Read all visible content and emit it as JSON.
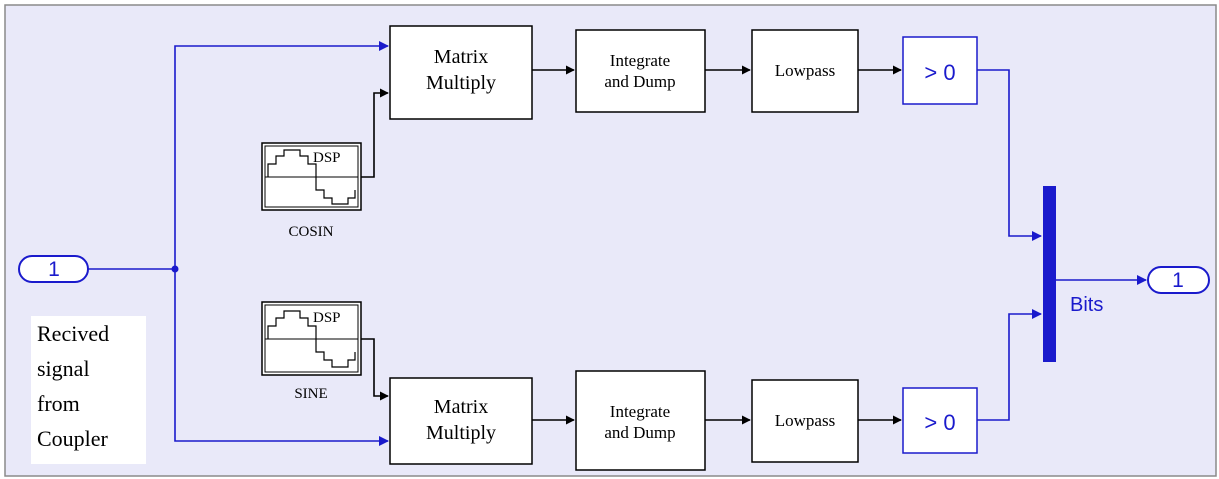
{
  "colors": {
    "background": "#e9e9f9",
    "frame": "#8a8a8a",
    "signal_line": "#1a1acc",
    "block_border": "#000000",
    "block_fill": "#ffffff",
    "port_border": "#1a1acc",
    "mux_fill": "#1a1acc"
  },
  "inport": {
    "number": "1"
  },
  "outport": {
    "number": "1"
  },
  "annotation": {
    "lines": [
      "Recived",
      "signal",
      "from",
      "Coupler"
    ]
  },
  "sources": {
    "cosin": {
      "icon_text": "DSP",
      "label": "COSIN"
    },
    "sine": {
      "icon_text": "DSP",
      "label": "SINE"
    }
  },
  "top_path": {
    "multiply": [
      "Matrix",
      "Multiply"
    ],
    "integrate": [
      "Integrate",
      "and Dump"
    ],
    "lowpass": "Lowpass",
    "compare": "> 0"
  },
  "bottom_path": {
    "multiply": [
      "Matrix",
      "Multiply"
    ],
    "integrate": [
      "Integrate",
      "and Dump"
    ],
    "lowpass": "Lowpass",
    "compare": "> 0"
  },
  "mux": {
    "label": "Bits"
  }
}
